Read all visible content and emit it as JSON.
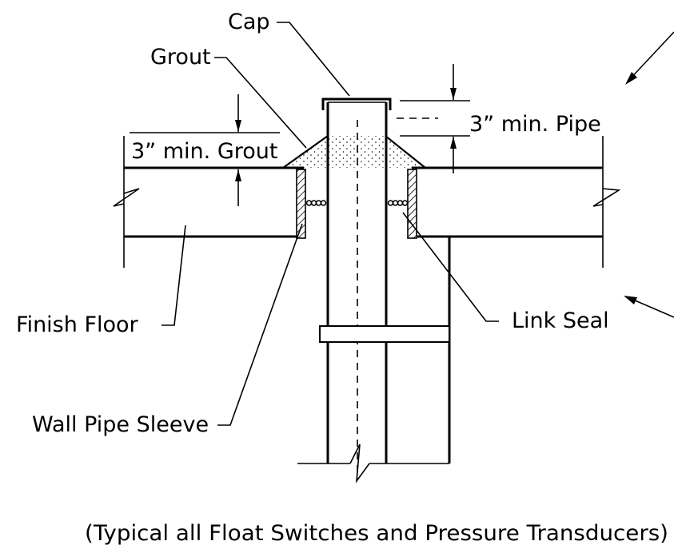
{
  "labels": {
    "cap": "Cap",
    "grout": "Grout",
    "grout_dim": "3”  min.  Grout",
    "pipe_dim": "3”  min.  Pipe",
    "finish_floor": "Finish Floor",
    "link_seal": "Link Seal",
    "wall_pipe_sleeve": "Wall Pipe Sleeve"
  },
  "caption": "(Typical all Float Switches and Pressure Transducers)"
}
